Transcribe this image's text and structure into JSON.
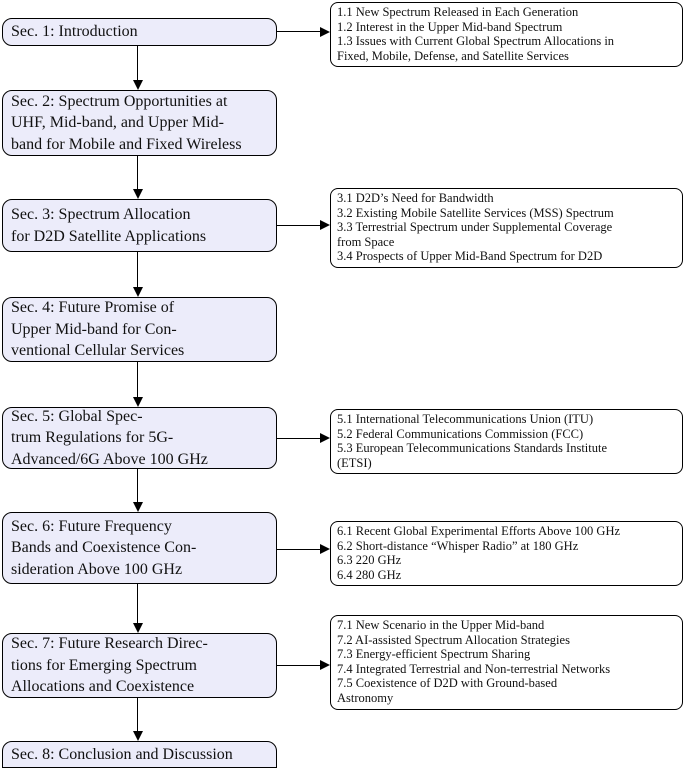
{
  "colors": {
    "section_fill": "#ececfa",
    "box_border": "#000000",
    "subsection_fill": "#ffffff",
    "arrow": "#000000"
  },
  "sections": [
    {
      "label": "Sec. 1: Introduction",
      "subsections": [
        "1.1 New Spectrum Released in Each Generation",
        "1.2 Interest in the Upper Mid-band Spectrum",
        "1.3 Issues with Current Global Spectrum Allocations in\nFixed, Mobile, Defense, and Satellite Services"
      ]
    },
    {
      "label": "Sec. 2: Spectrum Opportunities at\nUHF, Mid-band, and Upper Mid-\nband for Mobile and Fixed Wireless",
      "subsections": []
    },
    {
      "label": "Sec. 3: Spectrum Allocation\nfor D2D Satellite Applications",
      "subsections": [
        "3.1 D2D’s Need for Bandwidth",
        "3.2 Existing Mobile Satellite Services (MSS) Spectrum",
        "3.3 Terrestrial Spectrum under Supplemental Coverage\nfrom Space",
        "3.4 Prospects of Upper Mid-Band Spectrum for D2D"
      ]
    },
    {
      "label": "Sec. 4: Future Promise of\nUpper Mid-band for Con-\nventional Cellular Services",
      "subsections": []
    },
    {
      "label": "Sec. 5: Global Spec-\ntrum Regulations for 5G-\nAdvanced/6G Above 100 GHz",
      "subsections": [
        "5.1 International Telecommunications Union (ITU)",
        "5.2 Federal Communications Commission (FCC)",
        "5.3 European Telecommunications Standards Institute\n(ETSI)"
      ]
    },
    {
      "label": "Sec. 6: Future Frequency\nBands and Coexistence Con-\nsideration Above 100 GHz",
      "subsections": [
        "6.1 Recent Global Experimental Efforts Above 100 GHz",
        "6.2 Short-distance “Whisper Radio” at 180 GHz",
        "6.3 220 GHz",
        "6.4 280 GHz"
      ]
    },
    {
      "label": "Sec. 7: Future Research Direc-\ntions for Emerging Spectrum\nAllocations and Coexistence",
      "subsections": [
        "7.1 New Scenario in the Upper Mid-band",
        "7.2 AI-assisted Spectrum Allocation Strategies",
        "7.3 Energy-efficient Spectrum Sharing",
        "7.4 Integrated Terrestrial and Non-terrestrial Networks",
        "7.5 Coexistence of D2D with Ground-based\nAstronomy"
      ]
    },
    {
      "label": "Sec. 8: Conclusion and Discussion",
      "subsections": []
    }
  ]
}
